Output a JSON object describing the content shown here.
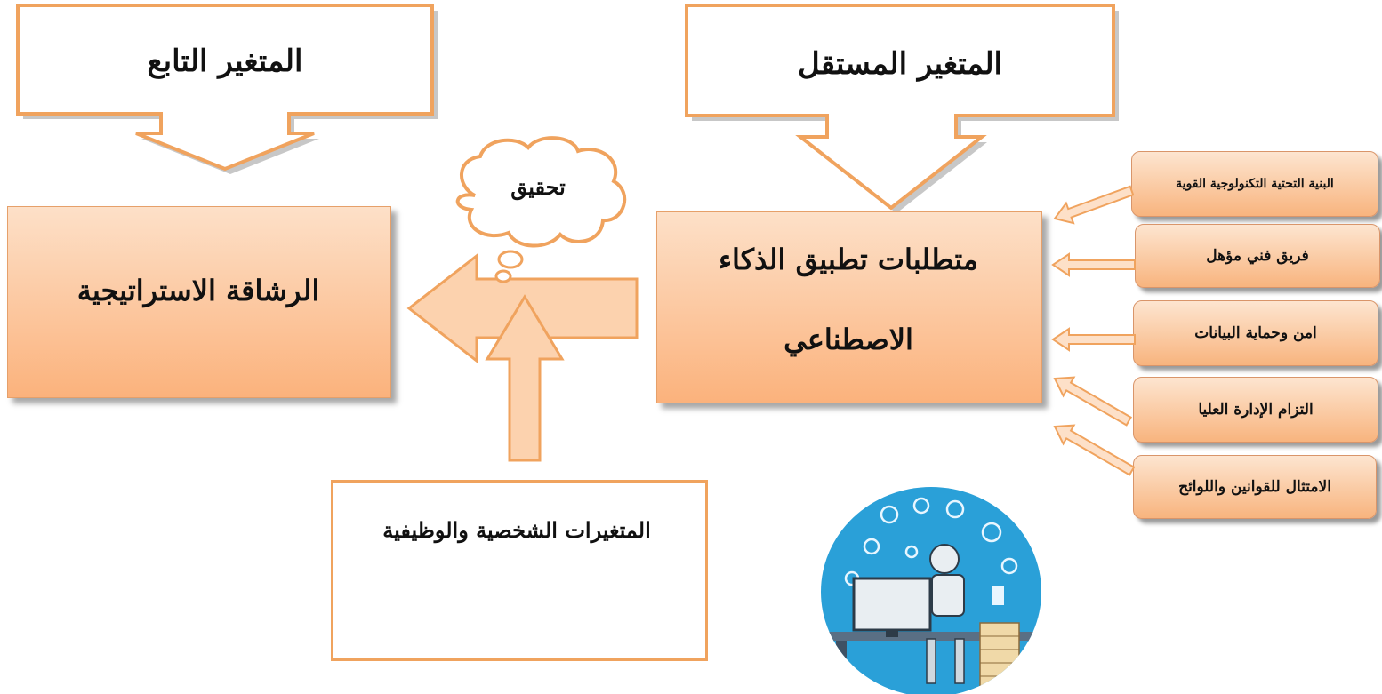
{
  "independent_label": "المتغير المستقل",
  "dependent_label": "المتغير التابع",
  "ai_box_lines": [
    "متطلبات تطبيق الذكاء",
    "الاصطناعي"
  ],
  "agility_box": "الرشاقة الاستراتيجية",
  "cloud_text": "تحقيق",
  "personal_box": "المتغيرات الشخصية والوظيفية",
  "factors": [
    "البنية التحتية التكنولوجية القوية",
    "فريق فني مؤهل",
    "امن وحماية البيانات",
    "التزام الإدارة العليا",
    "الامتثال للقوانين واللوائح"
  ],
  "colors": {
    "orange_stroke": "#f0a35e",
    "peach_light": "#fde0c8",
    "peach_dark": "#fbb27c",
    "arrow_fill": "#fcd2ae",
    "illustration_blue": "#2aa0d8"
  },
  "illustration": "robot-at-desk-icon"
}
